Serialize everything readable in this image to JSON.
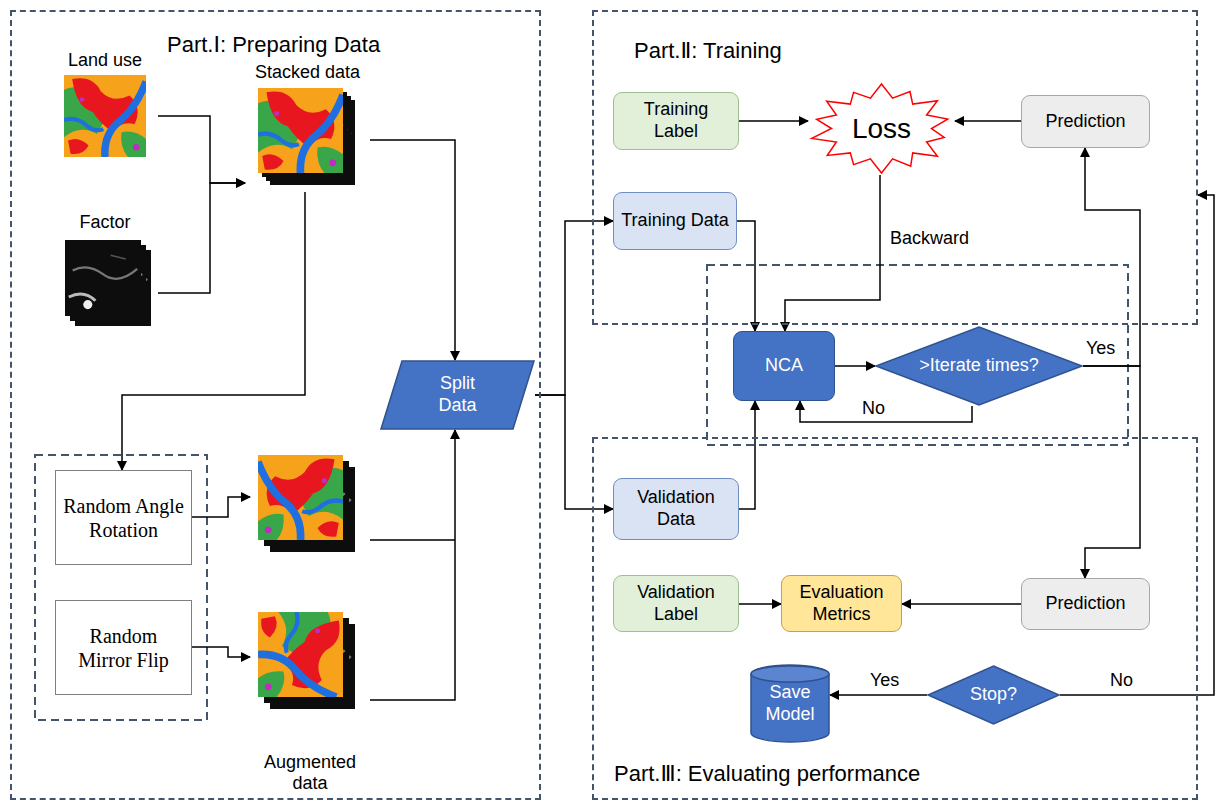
{
  "diagram": {
    "nodes": [
      {
        "text": [
          "Part.Ⅰ: Preparing Data"
        ]
      },
      {
        "text": [
          "Land use"
        ],
        "in": 0
      },
      {
        "text": [
          "Factor"
        ],
        "in": 0
      },
      {
        "text": [
          "Stacked data"
        ],
        "in": 0
      },
      {
        "text": [
          "Random Angle Rotation"
        ],
        "in": 0
      },
      {
        "text": [
          "Random Mirror Flip"
        ],
        "in": 0
      },
      {
        "text": [
          "Augmented data"
        ],
        "in": 0
      },
      {
        "text": [
          "Split Data"
        ]
      },
      {
        "text": [
          "Part.Ⅱ: Training"
        ]
      },
      {
        "text": [
          "Training Label"
        ],
        "in": 8
      },
      {
        "text": [
          "Loss"
        ],
        "in": 8
      },
      {
        "text": [
          "Prediction"
        ],
        "in": 8
      },
      {
        "text": [
          "Training Data"
        ],
        "in": 8
      },
      {
        "text": [
          "NCA"
        ]
      },
      {
        "text": [
          ">Iterate times?"
        ]
      },
      {
        "text": [
          "Part.Ⅲ: Evaluating performance"
        ]
      },
      {
        "text": [
          "Validation Data"
        ],
        "in": 15
      },
      {
        "text": [
          "Validation Label"
        ],
        "in": 15
      },
      {
        "text": [
          "Evaluation Metrics"
        ],
        "in": 15
      },
      {
        "text": [
          "Prediction"
        ],
        "in": 15
      },
      {
        "text": [
          "Save Model"
        ],
        "in": 15
      },
      {
        "text": [
          "Stop?"
        ],
        "in": 15
      }
    ],
    "edges": [
      {
        "from": 1,
        "to": 3,
        "arrow": "to"
      },
      {
        "from": 2,
        "to": 3,
        "arrow": "to"
      },
      {
        "from": 3,
        "to": 7,
        "arrow": "to"
      },
      {
        "from": 3,
        "to": 4,
        "arrow": "to"
      },
      {
        "from": 4,
        "to": 6,
        "arrow": "to"
      },
      {
        "from": 5,
        "to": 6,
        "arrow": "to"
      },
      {
        "from": 6,
        "to": 7,
        "arrow": "to"
      },
      {
        "from": 7,
        "to": 12,
        "arrow": "to"
      },
      {
        "from": 7,
        "to": 16,
        "arrow": "to"
      },
      {
        "from": 9,
        "to": 10,
        "arrow": "to"
      },
      {
        "from": 11,
        "to": 10,
        "arrow": "to"
      },
      {
        "from": 10,
        "to": 13,
        "label": "Backward",
        "arrow": "to"
      },
      {
        "from": 12,
        "to": 13,
        "arrow": "to"
      },
      {
        "from": 16,
        "to": 13,
        "arrow": "to"
      },
      {
        "from": 13,
        "to": 14,
        "arrow": "to"
      },
      {
        "from": 14,
        "to": 13,
        "label": "No",
        "arrow": "to"
      },
      {
        "from": 14,
        "to": 11,
        "label": "Yes",
        "arrow": "to"
      },
      {
        "from": 14,
        "to": 19,
        "arrow": "to"
      },
      {
        "from": 17,
        "to": 18,
        "arrow": "to"
      },
      {
        "from": 19,
        "to": 18,
        "arrow": "to"
      },
      {
        "from": 21,
        "to": 20,
        "label": "Yes",
        "arrow": "to"
      },
      {
        "from": 21,
        "to": 8,
        "label": "No",
        "arrow": "to"
      }
    ]
  }
}
